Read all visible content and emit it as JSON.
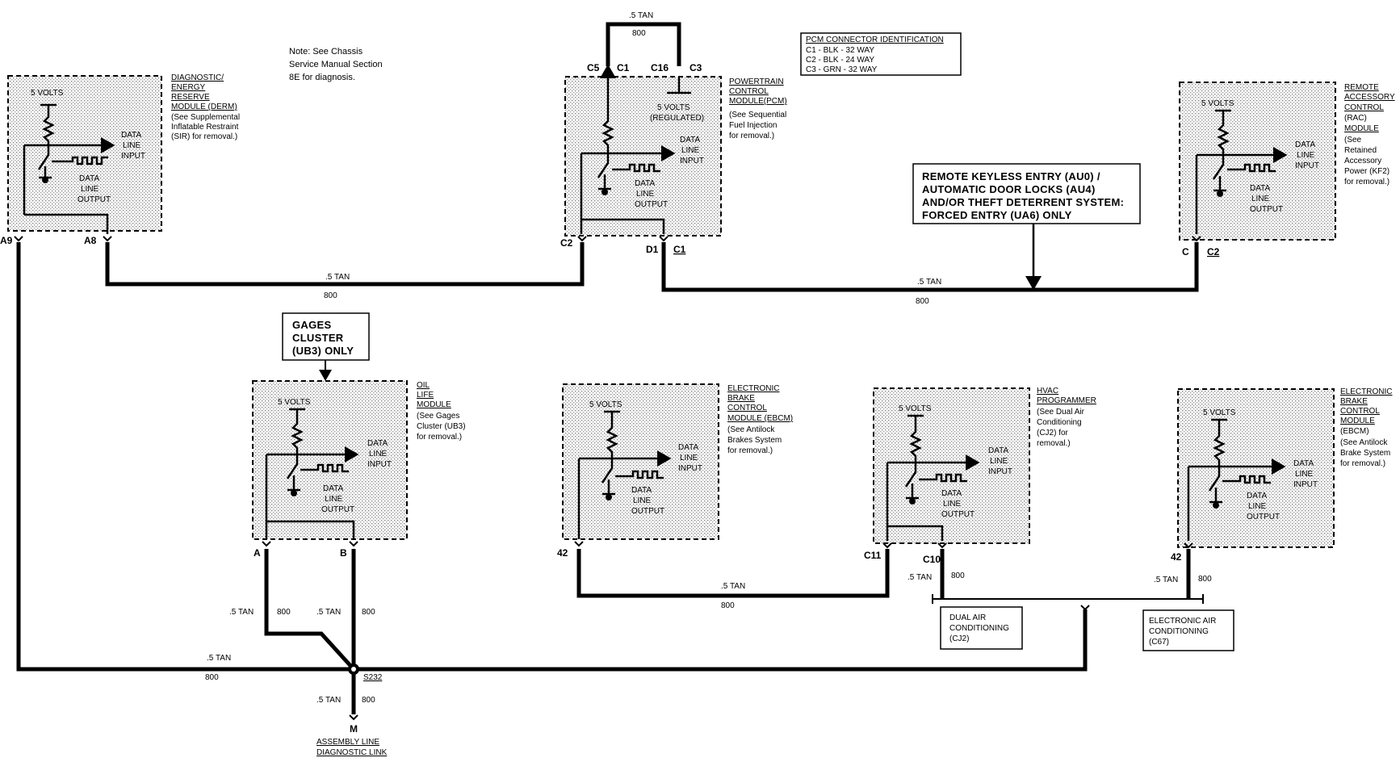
{
  "note": [
    "Note: See Chassis",
    "Service Manual Section",
    "8E for diagnosis."
  ],
  "pcm_connector_id": {
    "title": "PCM CONNECTOR IDENTIFICATION",
    "lines": [
      "C1 - BLK - 32 WAY",
      "C2 - BLK - 24 WAY",
      "C3 - GRN - 32 WAY"
    ]
  },
  "common": {
    "five_volts": "5 VOLTS",
    "data": "DATA",
    "line": "LINE",
    "input": "INPUT",
    "output": "OUTPUT",
    "wire_tan": ".5 TAN",
    "circuit_800": "800"
  },
  "pcm": {
    "regulated_1": "5 VOLTS",
    "regulated_2": "(REGULATED)",
    "top_pins": {
      "c5": "C5",
      "c1": "C1",
      "c16": "C16",
      "c3": "C3"
    },
    "bottom_pins": {
      "c2": "C2",
      "d1": "D1",
      "c1": "C1"
    },
    "title": [
      "POWERTRAIN",
      "CONTROL",
      "MODULE(PCM)"
    ],
    "desc": [
      "(See Sequential",
      "Fuel Injection",
      "for removal.)"
    ]
  },
  "derm": {
    "title": [
      "DIAGNOSTIC/",
      "ENERGY",
      "RESERVE",
      "MODULE (DERM)"
    ],
    "desc": [
      "(See Supplemental",
      "Inflatable Restraint",
      "(SIR) for removal.)"
    ],
    "pins": {
      "a9": "A9",
      "a8": "A8"
    }
  },
  "rac": {
    "title": [
      "REMOTE",
      "ACCESSORY",
      "CONTROL",
      "(RAC)",
      "MODULE"
    ],
    "desc": [
      "(See",
      "Retained",
      "Accessory",
      "Power (KF2)",
      "for removal.)"
    ],
    "pins": {
      "c": "C",
      "c2": "C2"
    }
  },
  "keyless": [
    "REMOTE KEYLESS ENTRY (AU0) /",
    "AUTOMATIC DOOR LOCKS (AU4)",
    "AND/OR THEFT DETERRENT SYSTEM:",
    "FORCED ENTRY (UA6) ONLY"
  ],
  "gages": [
    "GAGES",
    "CLUSTER",
    "(UB3) ONLY"
  ],
  "oil": {
    "title": [
      "OIL",
      "LIFE",
      "MODULE"
    ],
    "desc": [
      "(See Gages",
      "Cluster (UB3)",
      "for removal.)"
    ],
    "pins": {
      "a": "A",
      "b": "B"
    }
  },
  "ebcm1": {
    "title": [
      "ELECTRONIC",
      "BRAKE",
      "CONTROL",
      "MODULE (EBCM)"
    ],
    "desc": [
      "(See Antilock",
      "Brakes System",
      "for removal.)"
    ],
    "pins": {
      "p42": "42"
    }
  },
  "hvac": {
    "title": [
      "HVAC",
      "PROGRAMMER"
    ],
    "desc": [
      "(See Dual Air",
      "Conditioning",
      "(CJ2) for",
      "removal.)"
    ],
    "pins": {
      "c11": "C11",
      "c10": "C10"
    }
  },
  "ebcm2": {
    "title": [
      "ELECTRONIC",
      "BRAKE",
      "CONTROL",
      "MODULE",
      "(EBCM)"
    ],
    "desc": [
      "(See Antilock",
      "Brake System",
      "for removal.)"
    ],
    "pins": {
      "p42": "42"
    }
  },
  "dual_air": [
    "DUAL AIR",
    "CONDITIONING",
    "(CJ2)"
  ],
  "elec_air": [
    "ELECTRONIC AIR",
    "CONDITIONING",
    "(C67)"
  ],
  "splice": "S232",
  "aldl": {
    "pin": "M",
    "title": [
      "ASSEMBLY LINE",
      "DIAGNOSTIC LINK"
    ]
  }
}
